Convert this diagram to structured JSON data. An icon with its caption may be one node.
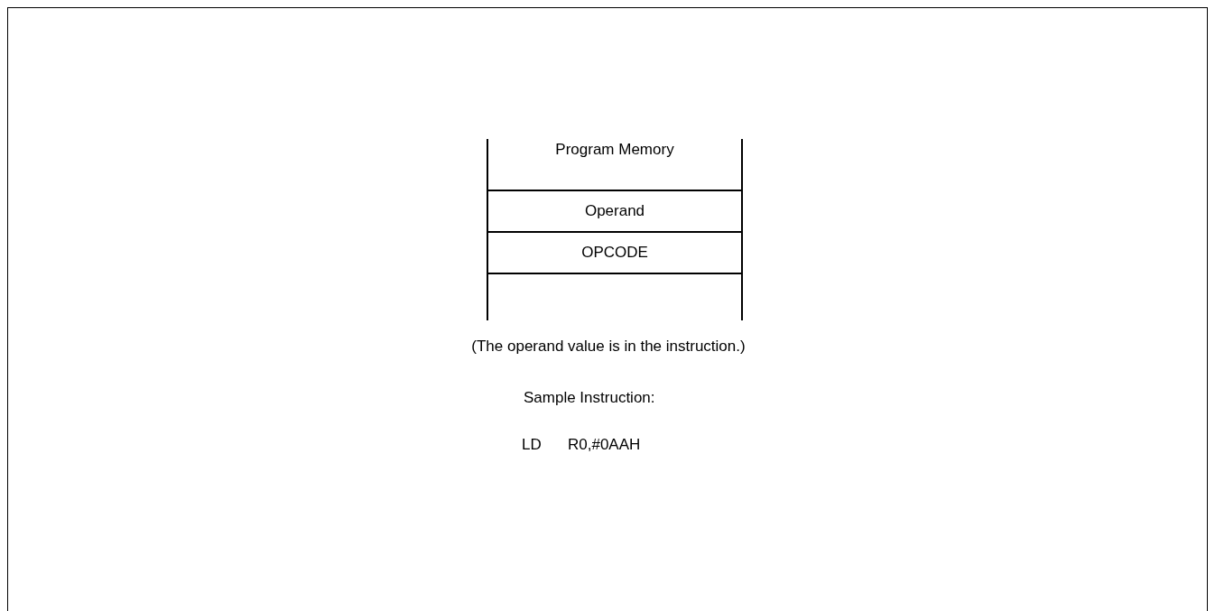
{
  "diagram": {
    "nodes": [
      {
        "text": [
          "Program Memory"
        ]
      },
      {
        "text": [
          "Operand"
        ],
        "in": 0
      },
      {
        "text": [
          "OPCODE"
        ],
        "in": 0
      }
    ],
    "edges": [],
    "labels": [
      "(The operand value is in the instruction.)",
      "Sample Instruction:",
      "LD",
      "R0,#0AAH"
    ]
  }
}
